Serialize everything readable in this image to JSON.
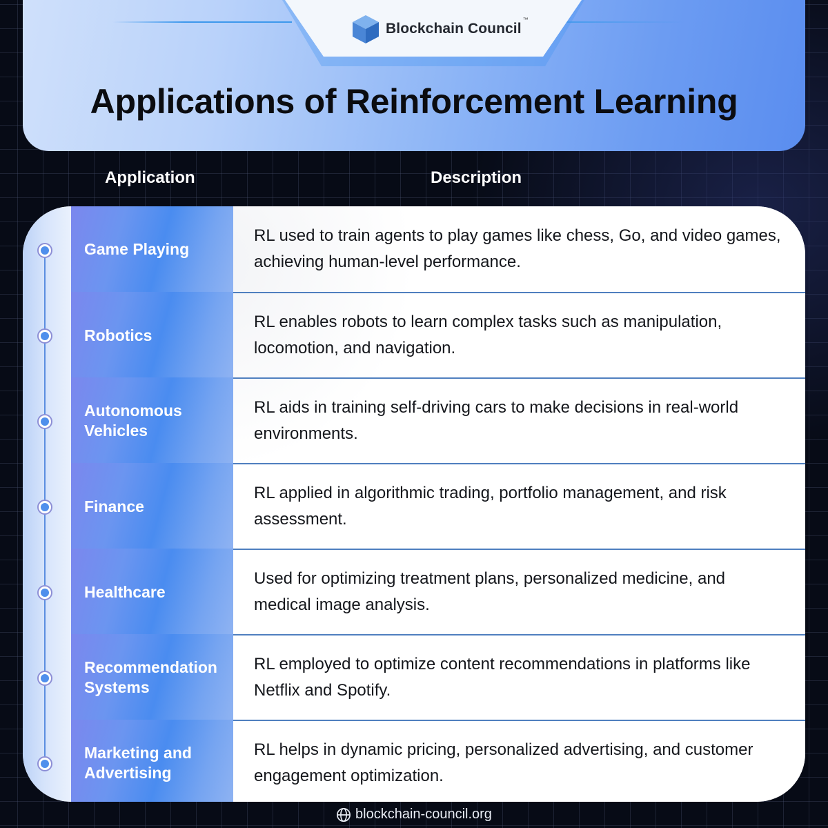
{
  "brand": {
    "name": "Blockchain Council",
    "trademark": "™",
    "website": "blockchain-council.org"
  },
  "header": {
    "title": "Applications of Reinforcement Learning"
  },
  "table": {
    "columns": [
      "Application",
      "Description"
    ],
    "rows": [
      {
        "application": "Game Playing",
        "description": "RL used to train agents to play games like chess, Go, and video games, achieving human-level performance."
      },
      {
        "application": "Robotics",
        "description": "RL enables robots to learn complex tasks such as manipulation, locomotion, and navigation."
      },
      {
        "application": "Autonomous Vehicles",
        "description": "RL aids in training self-driving cars to make decisions in real-world environments."
      },
      {
        "application": "Finance",
        "description": "RL applied in algorithmic trading, portfolio management, and risk assessment."
      },
      {
        "application": "Healthcare",
        "description": "Used for optimizing treatment plans, personalized medicine, and medical image analysis."
      },
      {
        "application": "Recommendation Systems",
        "description": "RL employed to optimize content recommendations in platforms like Netflix and Spotify."
      },
      {
        "application": "Marketing and Advertising",
        "description": "RL helps in dynamic pricing, personalized advertising, and customer engagement optimization."
      }
    ]
  },
  "colors": {
    "background": "#070b16",
    "accent_blue": "#4a8cf0",
    "title_text": "#0b0c10",
    "divider": "#4f7fbf"
  },
  "icons": {
    "logo": "cube-icon",
    "footer": "globe-icon",
    "timeline": "timeline-dot-icon"
  }
}
